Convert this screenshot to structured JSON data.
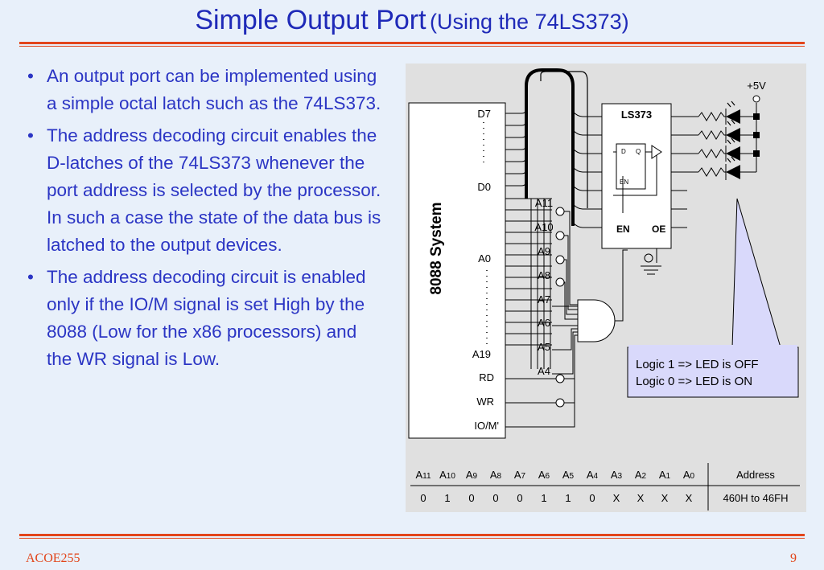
{
  "slide": {
    "title": "Simple Output Port",
    "subtitle": "(Using the 74LS373)",
    "bullets": [
      "An output port can be implemented using a simple octal latch such as the 74LS373.",
      "The address decoding circuit enables the D-latches of the 74LS373 whenever the port address is selected by the processor. In such a case the state of the data bus is latched to the output devices.",
      "The address decoding circuit is enabled only if the IO/M signal is set High by the 8088  (Low for the x86 processors) and the WR signal is Low."
    ],
    "footer_left": "ACOE255",
    "footer_right": "9"
  },
  "diagram": {
    "system_label": "8088 System",
    "pins": [
      "D7",
      "D0",
      "A0",
      "A19",
      "RD",
      "WR",
      "IO/M'"
    ],
    "address_lines": [
      "A11",
      "A10",
      "A9",
      "A8",
      "A7",
      "A6",
      "A5",
      "A4"
    ],
    "chip_label": "LS373",
    "latch_d": "D",
    "latch_q": "Q",
    "latch_en": "EN",
    "chip_en": "EN",
    "chip_oe": "OE",
    "supply": "+5V",
    "note_line1": "Logic 1 => LED is OFF",
    "note_line2": "Logic 0 => LED is ON"
  },
  "address_table": {
    "headers": [
      {
        "b": "A",
        "s": "11"
      },
      {
        "b": "A",
        "s": "10"
      },
      {
        "b": "A",
        "s": "9"
      },
      {
        "b": "A",
        "s": "8"
      },
      {
        "b": "A",
        "s": "7"
      },
      {
        "b": "A",
        "s": "6"
      },
      {
        "b": "A",
        "s": "5"
      },
      {
        "b": "A",
        "s": "4"
      },
      {
        "b": "A",
        "s": "3"
      },
      {
        "b": "A",
        "s": "2"
      },
      {
        "b": "A",
        "s": "1"
      },
      {
        "b": "A",
        "s": "0"
      }
    ],
    "values": [
      "0",
      "1",
      "0",
      "0",
      "0",
      "1",
      "1",
      "0",
      "X",
      "X",
      "X",
      "X"
    ],
    "address_header": "Address",
    "address_value": "460H to 46FH"
  }
}
